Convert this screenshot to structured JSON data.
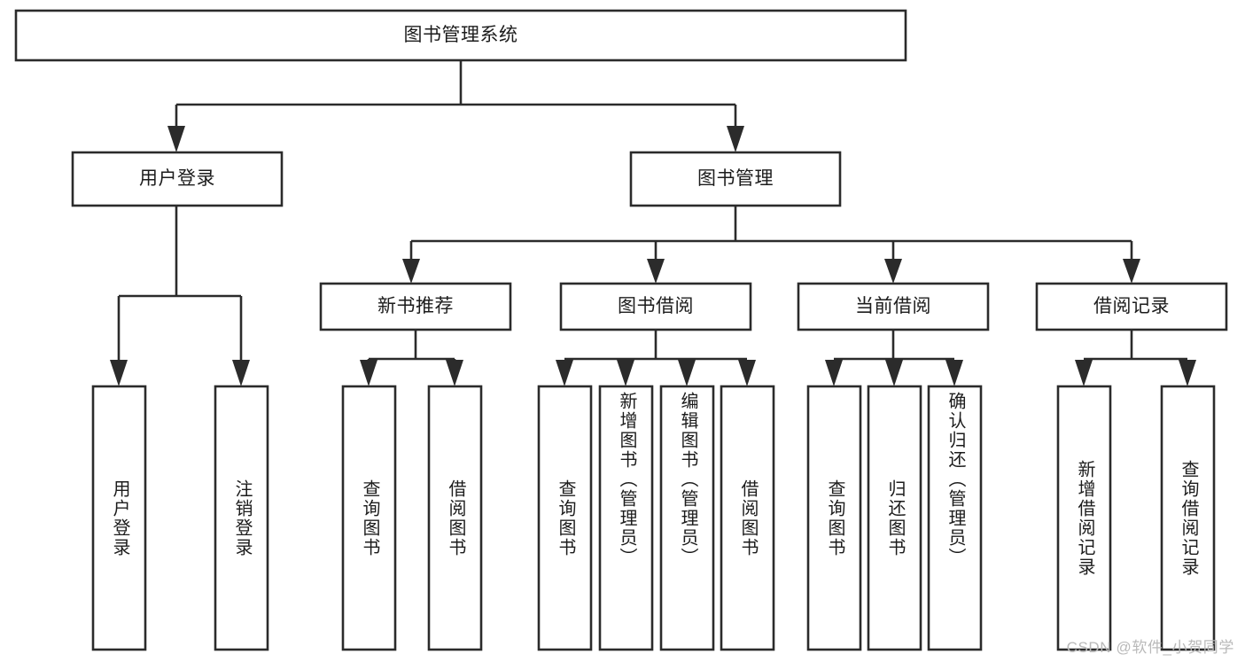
{
  "diagram": {
    "type": "tree-hierarchy",
    "title": "图书管理系统",
    "watermark": "CSDN @软件_小贺同学",
    "colors": {
      "background": "#ffffff",
      "box_fill": "#ffffff",
      "box_stroke": "#2b2b2b",
      "text": "#1c1c1c",
      "watermark": "#b9b9b9"
    },
    "root": {
      "label": "图书管理系统"
    },
    "level2": [
      {
        "label": "用户登录"
      },
      {
        "label": "图书管理"
      }
    ],
    "level3": [
      {
        "label": "新书推荐"
      },
      {
        "label": "图书借阅"
      },
      {
        "label": "当前借阅"
      },
      {
        "label": "借阅记录"
      }
    ],
    "leaves": {
      "user_login": [
        {
          "label": "用户登录"
        },
        {
          "label": "注销登录"
        }
      ],
      "new_book_recommend": [
        {
          "label": "查询图书"
        },
        {
          "label": "借阅图书"
        }
      ],
      "book_borrow": [
        {
          "label": "查询图书"
        },
        {
          "label": "新增图书（管理员）"
        },
        {
          "label": "编辑图书（管理员）"
        },
        {
          "label": "借阅图书"
        }
      ],
      "current_borrow": [
        {
          "label": "查询图书"
        },
        {
          "label": "归还图书"
        },
        {
          "label": "确认归还（管理员）"
        }
      ],
      "borrow_record": [
        {
          "label": "新增借阅记录"
        },
        {
          "label": "查询借阅记录"
        }
      ]
    }
  }
}
